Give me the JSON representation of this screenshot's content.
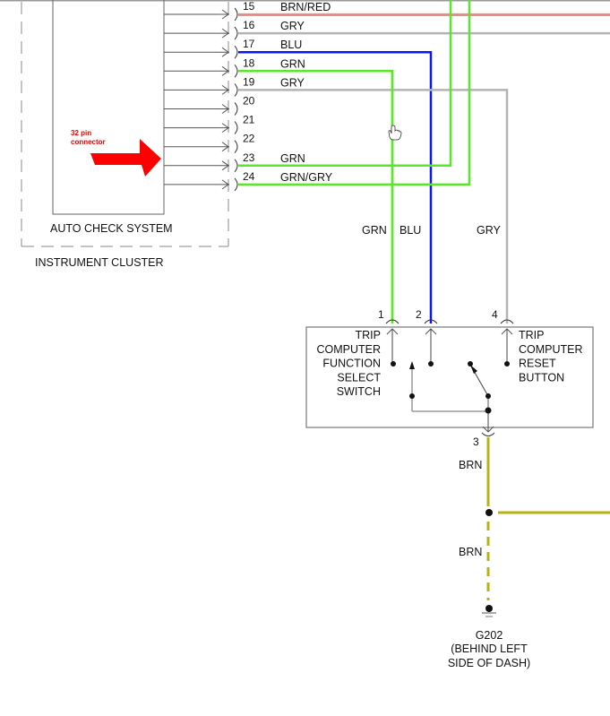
{
  "instrument_cluster": {
    "label": "INSTRUMENT CLUSTER",
    "module_label": "AUTO CHECK SYSTEM",
    "callout_line1": "32 pin",
    "callout_line2": "connector"
  },
  "connector_pins": [
    {
      "pin": "15",
      "wire": "BRN/RED"
    },
    {
      "pin": "16",
      "wire": "GRY"
    },
    {
      "pin": "17",
      "wire": "BLU"
    },
    {
      "pin": "18",
      "wire": "GRN"
    },
    {
      "pin": "19",
      "wire": "GRY"
    },
    {
      "pin": "20",
      "wire": ""
    },
    {
      "pin": "21",
      "wire": ""
    },
    {
      "pin": "22",
      "wire": ""
    },
    {
      "pin": "23",
      "wire": "GRN"
    },
    {
      "pin": "24",
      "wire": "GRN/GRY"
    }
  ],
  "vertical_wire_labels": {
    "grn": "GRN",
    "blu": "BLU",
    "gry": "GRY"
  },
  "switch": {
    "left_label": [
      "TRIP",
      "COMPUTER",
      "FUNCTION",
      "SELECT",
      "SWITCH"
    ],
    "right_label": [
      "TRIP",
      "COMPUTER",
      "RESET",
      "BUTTON"
    ],
    "pins": {
      "p1": "1",
      "p2": "2",
      "p3": "3",
      "p4": "4"
    }
  },
  "ground": {
    "wire_upper": "BRN",
    "wire_lower": "BRN",
    "id": "G202",
    "location_line1": "(BEHIND LEFT",
    "location_line2": "SIDE OF DASH)"
  },
  "colors": {
    "brn_red_a": "#e8a040",
    "brn_red_b": "#e05050",
    "gry": "#b4b4b4",
    "blu": "#0a14ff",
    "grn": "#5ae62a",
    "brn": "#b4b414",
    "box": "#888888"
  }
}
